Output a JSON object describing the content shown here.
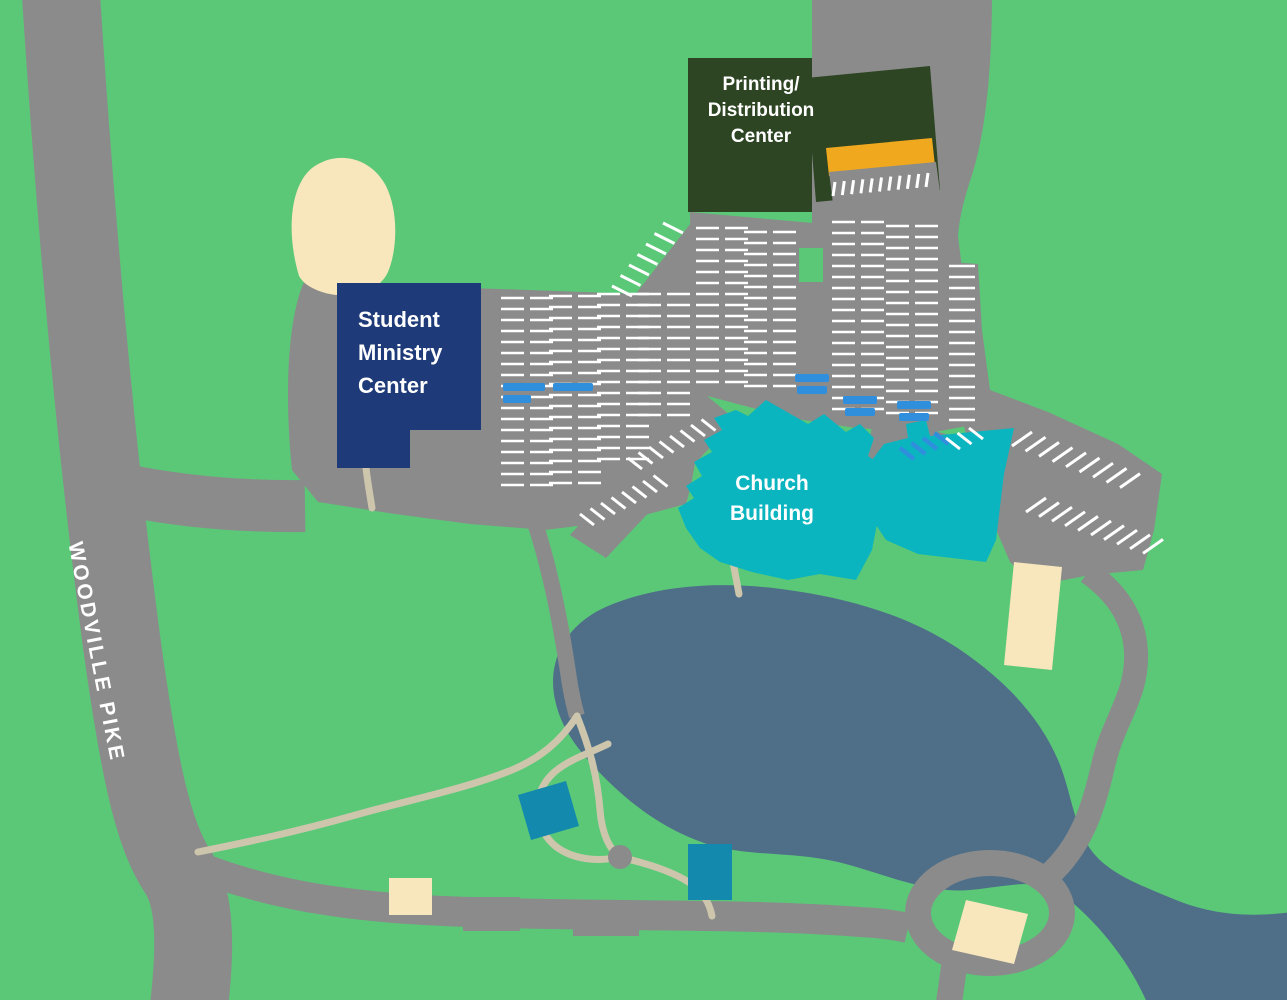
{
  "map": {
    "region_labels": {
      "woodville": "WOODVILLE PIKE",
      "smc": [
        "Student",
        "Ministry",
        "Center"
      ],
      "printing": [
        "Printing/",
        "Distribution",
        "Center"
      ],
      "church": [
        "Church",
        "Building"
      ]
    },
    "colors": {
      "grass": "#5bc878",
      "road": "#8b8b8b",
      "pond": "#4f6f88",
      "building_navy": "#1e3a78",
      "building_darkgreen": "#2d4523",
      "building_teal": "#0ab5c0",
      "building_teal_small": "#1489ae",
      "field_cream": "#f8e6bd",
      "path_tan": "#cdc6ad",
      "stripe_white": "#ffffff",
      "stripe_blue": "#2f8fdd",
      "accent_orange": "#f0a81f",
      "label_white": "#ffffff"
    }
  }
}
